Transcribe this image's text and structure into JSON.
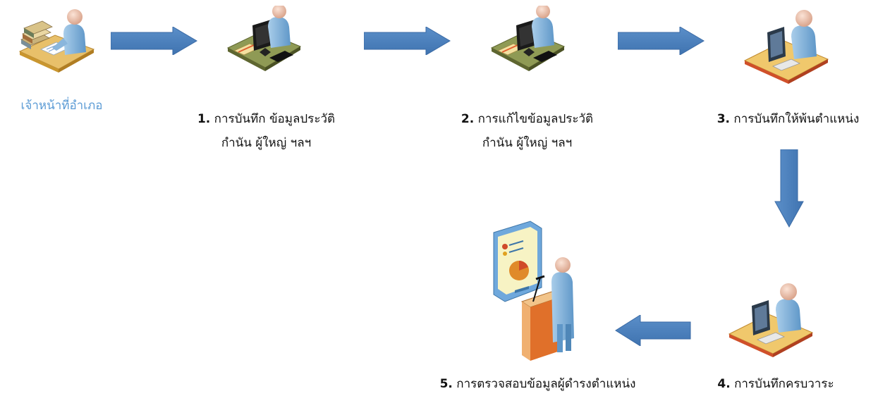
{
  "diagram": {
    "start": {
      "label": "เจ้าหน้าที่อำเภอ"
    },
    "steps": [
      {
        "num": "1.",
        "line1": " การบันทึก ข้อมูลประวัติ",
        "line2": "กำนัน ผู้ใหญ่ ฯลฯ"
      },
      {
        "num": "2.",
        "line1": " การแก้ไขข้อมูลประวัติ",
        "line2": "กำนัน ผู้ใหญ่ ฯลฯ"
      },
      {
        "num": "3.",
        "line1": " การบันทึกให้พ้นตำแหน่ง",
        "line2": ""
      },
      {
        "num": "4.",
        "line1": " การบันทึกครบวาระ",
        "line2": ""
      },
      {
        "num": "5.",
        "line1": " การตรวจสอบข้อมูลผู้ดำรงตำแหน่ง",
        "line2": ""
      }
    ],
    "colors": {
      "arrow": "#4a7ebb",
      "arrow_edge": "#3a6aa5",
      "officer_text": "#5b9bd5"
    }
  }
}
